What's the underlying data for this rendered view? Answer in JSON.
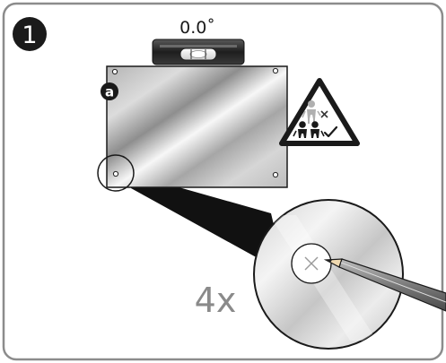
{
  "step": {
    "number": "1"
  },
  "level": {
    "reading": "0.0˚"
  },
  "mirror": {
    "callout": "a"
  },
  "detail": {
    "hole_count": "4x"
  },
  "warning_sign": {
    "symbols": [
      "child-icon",
      "cross-icon",
      "two-adults-icon",
      "check-icon"
    ]
  },
  "colors": {
    "frame": "#8c8c8c",
    "badge": "#1a1a1a",
    "outline": "#1a1a1a",
    "count_text": "#8a8a8a"
  }
}
